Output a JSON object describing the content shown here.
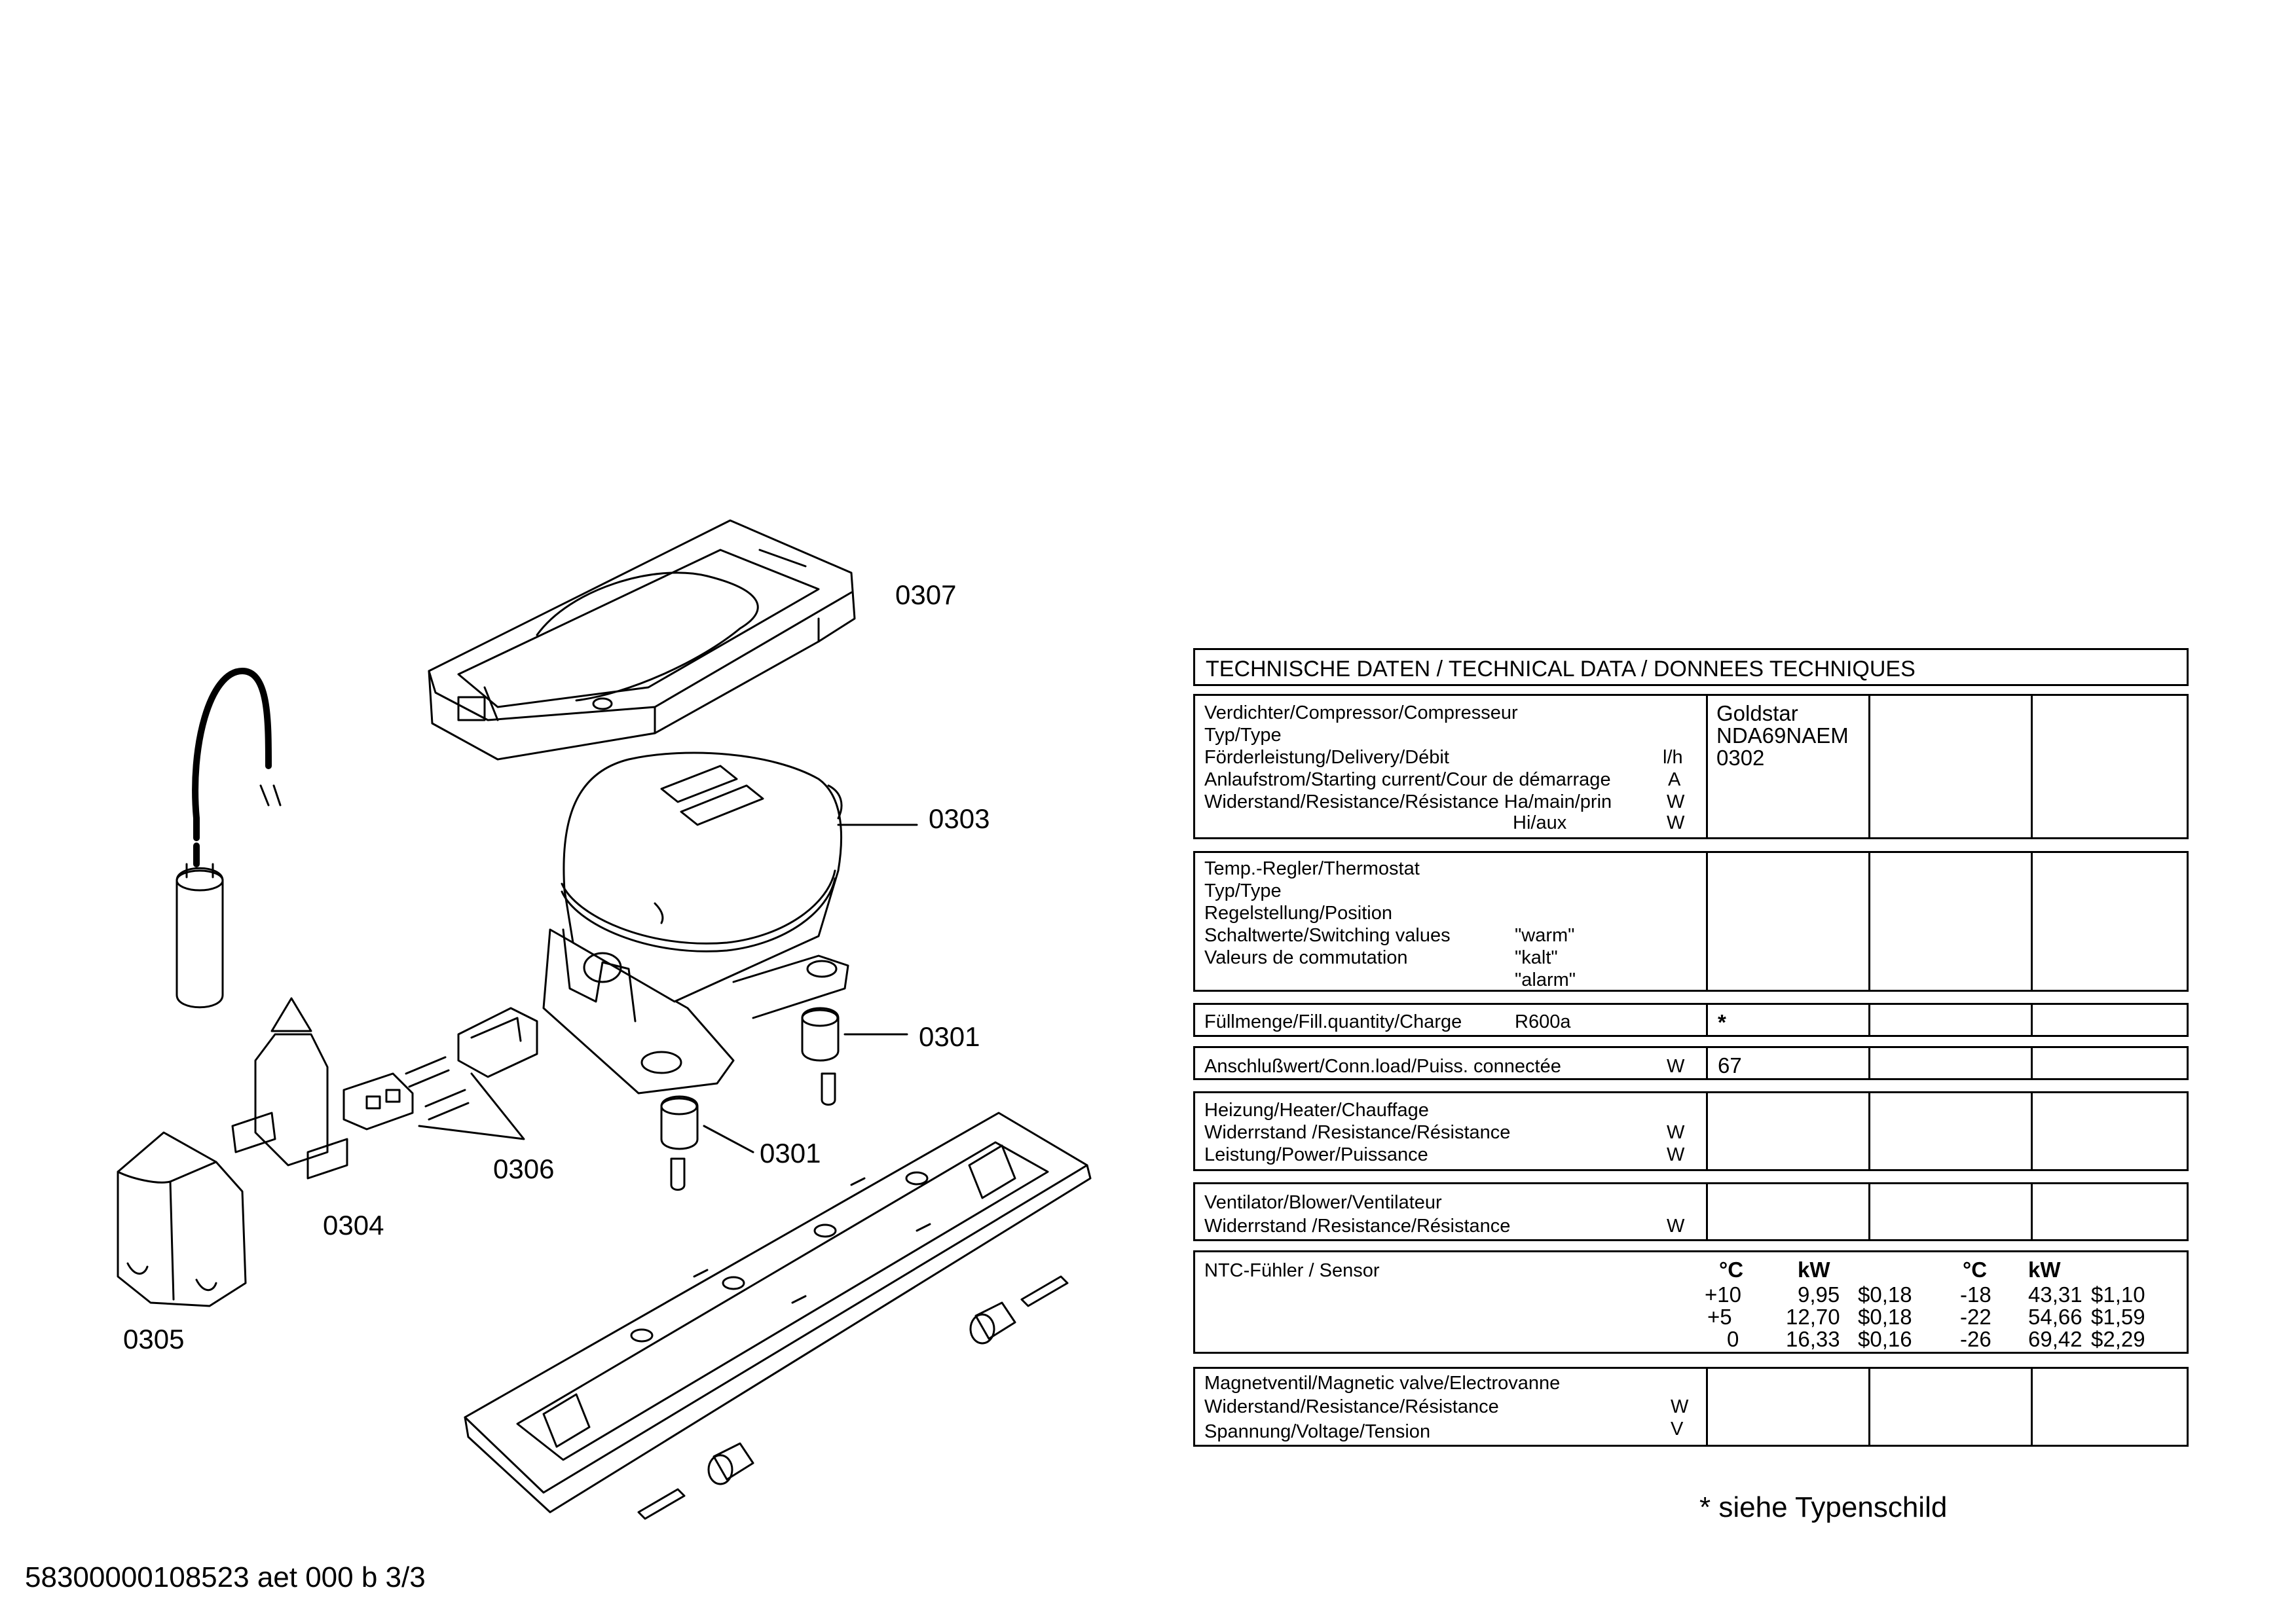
{
  "callouts": {
    "c0307": "0307",
    "c0303": "0303",
    "c0301a": "0301",
    "c0301b": "0301",
    "c0306": "0306",
    "c0304": "0304",
    "c0305": "0305"
  },
  "table": {
    "header": "TECHNISCHE DATEN / TECHNICAL DATA / DONNEES TECHNIQUES",
    "compressor": {
      "l1": "Verdichter/Compressor/Compresseur",
      "l2": "Typ/Type",
      "l3": "Förderleistung/Delivery/Débit",
      "l4": "Anlaufstrom/Starting current/Cour de démarrage",
      "l5": "Widerstand/Resistance/Résistance Ha/main/prin",
      "l6": "Hi/aux",
      "u3": "l/h",
      "u4": "A",
      "u5": "W",
      "u6": "W",
      "v1": "Goldstar",
      "v2": "NDA69NAEM",
      "v3": "0302"
    },
    "thermostat": {
      "l1": "Temp.-Regler/Thermostat",
      "l2": "Typ/Type",
      "l3": "Regelstellung/Position",
      "l4": "Schaltwerte/Switching values",
      "l5": "Valeurs de commutation",
      "q4": "\"warm\"",
      "q5": "\"kalt\"",
      "q6": "\"alarm\""
    },
    "charge": {
      "label": "Füllmenge/Fill.quantity/Charge",
      "refrigerant": "R600a",
      "value": "*"
    },
    "load": {
      "label": "Anschlußwert/Conn.load/Puiss. connectée",
      "unit": "W",
      "value": "67"
    },
    "heater": {
      "l1": "Heizung/Heater/Chauffage",
      "l2": "Widerrstand /Resistance/Résistance",
      "l3": "Leistung/Power/Puissance",
      "u2": "W",
      "u3": "W"
    },
    "fan": {
      "l1": "Ventilator/Blower/Ventilateur",
      "l2": "Widerrstand /Resistance/Résistance",
      "u2": "W"
    },
    "ntc": {
      "label": "NTC-Fühler / Sensor",
      "h_c1": "°C",
      "h_k1": "kW",
      "h_c2": "°C",
      "h_k2": "kW",
      "r1": {
        "c1": "+10",
        "k1": "9,95",
        "p1": "$0,18",
        "c2": "-18",
        "k2": "43,31",
        "p2": "$1,10"
      },
      "r2": {
        "c1": "+5",
        "k1": "12,70",
        "p1": "$0,18",
        "c2": "-22",
        "k2": "54,66",
        "p2": "$1,59"
      },
      "r3": {
        "c1": "0",
        "k1": "16,33",
        "p1": "$0,16",
        "c2": "-26",
        "k2": "69,42",
        "p2": "$2,29"
      }
    },
    "valve": {
      "l1": "Magnetventil/Magnetic valve/Electrovanne",
      "l2": "Widerstand/Resistance/Résistance",
      "l3": "Spannung/Voltage/Tension",
      "u2": "W",
      "u3": "V"
    }
  },
  "note": "* siehe Typenschild",
  "footer": "58300000108523 aet 000 b 3/3"
}
